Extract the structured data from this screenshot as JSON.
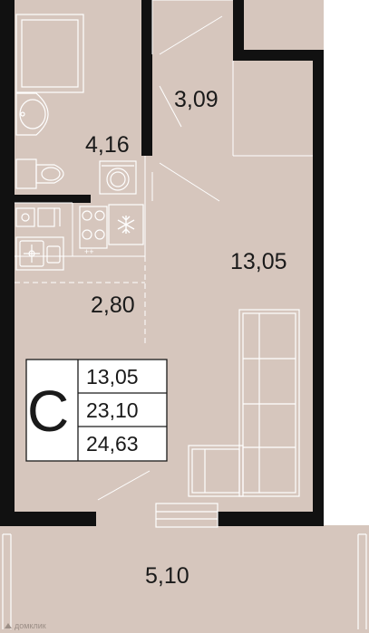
{
  "colors": {
    "floor": "#d6c6bd",
    "wall": "#111111",
    "fixture_line": "#ffffff",
    "card_bg": "#ffffff",
    "card_border": "#1a1a1a"
  },
  "rooms": {
    "corridor": "3,09",
    "bathroom": "4,16",
    "living": "13,05",
    "kitchen": "2,80",
    "balcony": "5,10"
  },
  "unit": {
    "type": "С",
    "living_area": "13,05",
    "total_area": "23,10",
    "total_with_balcony": "24,63"
  },
  "watermark": "домклик",
  "icons": {
    "bathtub": "bathtub-icon",
    "sink": "sink-icon",
    "toilet": "toilet-icon",
    "washer": "washing-machine-icon",
    "stove": "stove-icon",
    "fridge": "fridge-icon",
    "kitchen_sink": "kitchen-sink-icon",
    "sofa": "sofa-icon",
    "steps": "steps-icon"
  }
}
